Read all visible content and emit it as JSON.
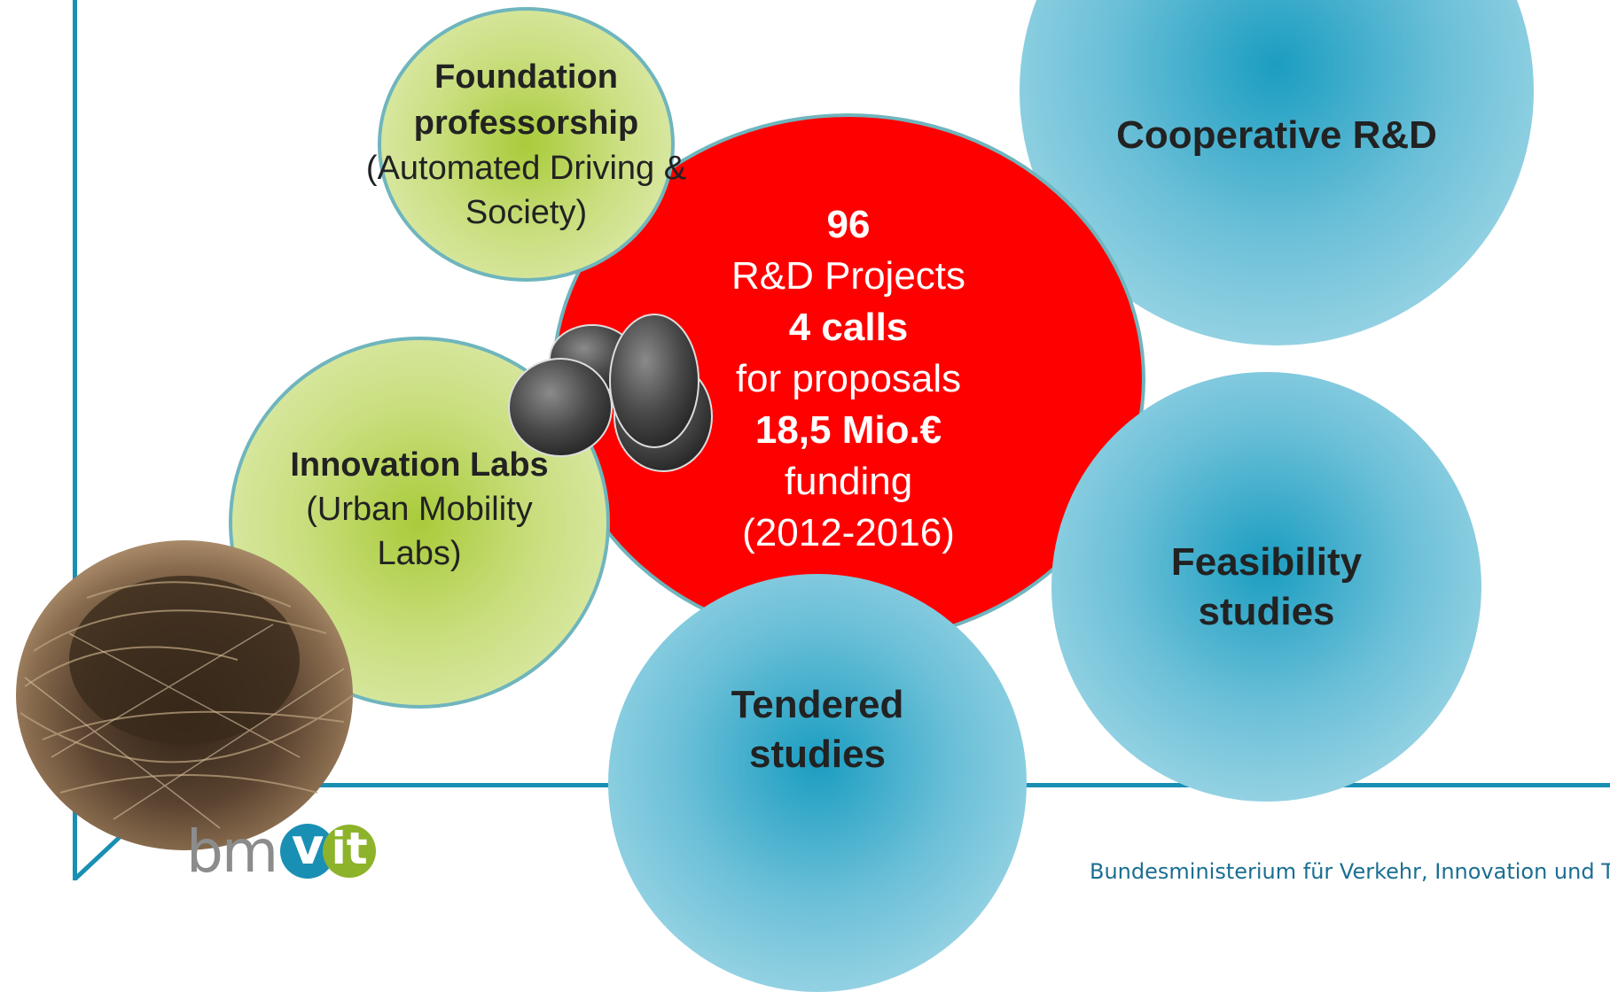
{
  "bubbles": {
    "foundation": {
      "title": "Foundation professorship",
      "subtitle": "(Automated Driving & Society)"
    },
    "innovation": {
      "title": "Innovation Labs",
      "subtitle": "(Urban Mobility Labs)"
    },
    "central": {
      "line1": "96",
      "line2": "R&D Projects",
      "line3": "4 calls",
      "line4": "for proposals",
      "line5": "18,5 Mio.€",
      "line6": "funding",
      "line7": "(2012-2016)"
    },
    "cooperative": {
      "title": "Cooperative R&D"
    },
    "feasibility": {
      "title": "Feasibility studies"
    },
    "tendered": {
      "title": "Tendered studies"
    }
  },
  "logo": {
    "text_bm": "bm",
    "text_v": "v",
    "text_it": "it"
  },
  "footer": {
    "ministry": "Bundesministerium für Verkehr, Innovation und Technologie"
  },
  "colors": {
    "frame": "#1a8fb4",
    "red_bubble": "#ff0000",
    "green_bubble": "#a9cb3a",
    "blue_bubble": "#1b9dc1",
    "logo_gray": "#8c8c8c",
    "logo_green": "#8db32b",
    "logo_blue": "#1a8fb4"
  }
}
